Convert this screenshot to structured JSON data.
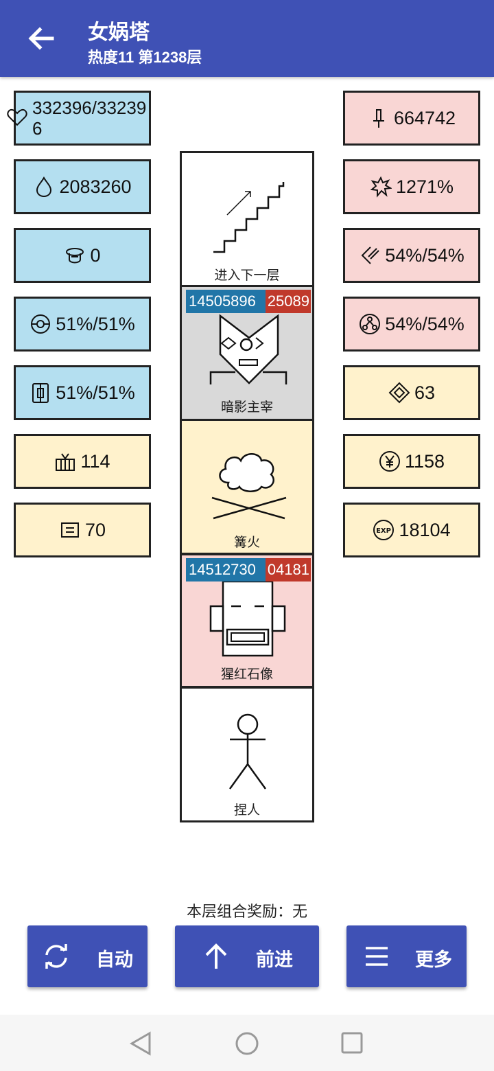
{
  "header": {
    "title": "女娲塔",
    "subtitle": "热度11 第1238层"
  },
  "left_stats": [
    {
      "icon": "heart-icon",
      "value": "332396/332396"
    },
    {
      "icon": "drop-icon",
      "value": "2083260"
    },
    {
      "icon": "hat-icon",
      "value": "0"
    },
    {
      "icon": "target-icon",
      "value": "51%/51%"
    },
    {
      "icon": "shield-icon",
      "value": "51%/51%"
    },
    {
      "icon": "basket-icon",
      "value": "114"
    },
    {
      "icon": "scroll-icon",
      "value": "70"
    }
  ],
  "right_stats": [
    {
      "icon": "sword-icon",
      "value": "664742"
    },
    {
      "icon": "burst-icon",
      "value": "1271%"
    },
    {
      "icon": "slash-icon",
      "value": "54%/54%"
    },
    {
      "icon": "triad-icon",
      "value": "54%/54%"
    },
    {
      "icon": "diamond-icon",
      "value": "63"
    },
    {
      "icon": "yen-coin-icon",
      "value": "1158"
    },
    {
      "icon": "exp-icon",
      "value": "18104"
    }
  ],
  "tiles": [
    {
      "label": "进入下一层",
      "icon": "stairs-icon"
    },
    {
      "label": "暗影主宰",
      "icon": "shadow-lord-icon",
      "hp_left": "14505896",
      "hp_right": "25089"
    },
    {
      "label": "篝火",
      "icon": "bonfire-icon"
    },
    {
      "label": "猩红石像",
      "icon": "statue-icon",
      "hp_left": "14512730",
      "hp_right": "04181"
    },
    {
      "label": "捏人",
      "icon": "person-icon"
    }
  ],
  "reward": "本层组合奖励：无",
  "buttons": {
    "auto": "自动",
    "forward": "前进",
    "more": "更多"
  },
  "colors": {
    "appbar": "#3f51b5",
    "blue": "#b4dff0",
    "pink": "#f9d6d4",
    "yellow": "#fff2cc"
  }
}
